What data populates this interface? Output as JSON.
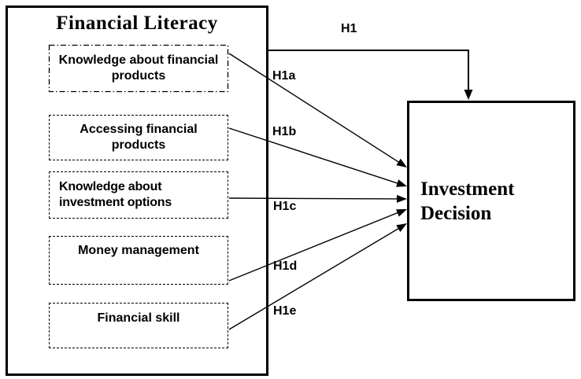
{
  "diagram": {
    "background": "#ffffff",
    "stroke_color": "#000000",
    "construct": {
      "title": "Financial Literacy"
    },
    "factors": [
      {
        "label": "Knowledge about financial products",
        "hypothesis": "H1a"
      },
      {
        "label": "Accessing financial products",
        "hypothesis": "H1b"
      },
      {
        "label": "Knowledge about investment options",
        "hypothesis": "H1c"
      },
      {
        "label": "Money management",
        "hypothesis": "H1d"
      },
      {
        "label": "Financial skill",
        "hypothesis": "H1e"
      }
    ],
    "main_hypothesis": "H1",
    "outcome": {
      "label": "Investment Decision"
    }
  }
}
